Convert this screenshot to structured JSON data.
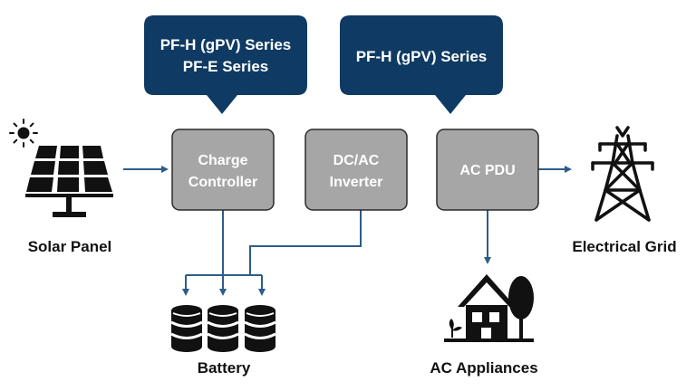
{
  "callouts": {
    "left": {
      "line1": "PF-H (gPV) Series",
      "line2": "PF-E Series"
    },
    "right": {
      "line1": "PF-H (gPV) Series"
    }
  },
  "boxes": {
    "charge_controller": {
      "line1": "Charge",
      "line2": "Controller"
    },
    "inverter": {
      "line1": "DC/AC",
      "line2": "Inverter"
    },
    "pdu": {
      "line1": "AC PDU"
    }
  },
  "labels": {
    "solar_panel": "Solar Panel",
    "battery": "Battery",
    "grid": "Electrical Grid",
    "appliances": "AC Appliances"
  },
  "colors": {
    "callout_fill": "#0f3a63",
    "box_fill": "#a6a6a6",
    "line": "#2b5d8a",
    "icon": "#111111",
    "text_dark": "#111111",
    "text_light": "#ffffff"
  },
  "icons": {
    "sun": "sun-icon",
    "solar_panel": "solar-panel-icon",
    "battery": "battery-stack-icon",
    "grid": "transmission-tower-icon",
    "appliances": "house-with-tree-icon"
  }
}
